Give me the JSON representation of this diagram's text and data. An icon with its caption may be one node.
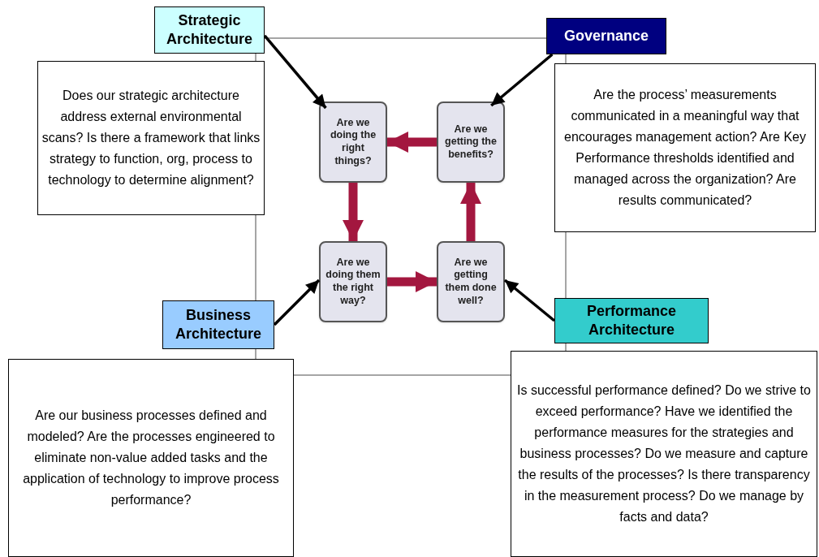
{
  "diagram": {
    "nodes": [
      {
        "text": [
          "Strategic Architecture"
        ]
      },
      {
        "text": [
          "Does our strategic architecture address external environmental scans?  Is there a framework that links strategy to function, org, process to technology to determine alignment?"
        ]
      },
      {
        "text": [
          "Governance"
        ]
      },
      {
        "text": [
          "Are the process’ measurements communicated in a meaningful way that encourages management action? Are Key Performance thresholds identified and managed across the organization?  Are results communicated?"
        ]
      },
      {
        "text": [
          "Business Architecture"
        ]
      },
      {
        "text": [
          "Are our business processes defined and modeled?  Are the processes engineered to eliminate non-value added tasks and the application of technology to improve process performance?"
        ]
      },
      {
        "text": [
          "Performance Architecture"
        ]
      },
      {
        "text": [
          "Is successful performance defined?  Do we strive to exceed performance?  Have we identified the performance measures for the strategies and business processes?   Do we measure and capture the results of the processes?  Is there transparency in the measurement process?  Do we manage by facts and data?"
        ]
      },
      {
        "text": [
          "Are we doing the right things?"
        ]
      },
      {
        "text": [
          "Are we getting the benefits?"
        ]
      },
      {
        "text": [
          "Are we doing them the right way?"
        ]
      },
      {
        "text": [
          "Are we getting them done well?"
        ]
      }
    ],
    "edges": [
      {
        "from": 0,
        "to": 8,
        "arrow": "to"
      },
      {
        "from": 2,
        "to": 9,
        "arrow": "to"
      },
      {
        "from": 4,
        "to": 10,
        "arrow": "to"
      },
      {
        "from": 6,
        "to": 11,
        "arrow": "to"
      },
      {
        "from": 9,
        "to": 8,
        "arrow": "to",
        "style": "thick",
        "color": "#a3173f"
      },
      {
        "from": 8,
        "to": 10,
        "arrow": "to",
        "style": "thick",
        "color": "#a3173f"
      },
      {
        "from": 10,
        "to": 11,
        "arrow": "to",
        "style": "thick",
        "color": "#a3173f"
      },
      {
        "from": 11,
        "to": 9,
        "arrow": "to",
        "style": "thick",
        "color": "#a3173f"
      }
    ]
  }
}
